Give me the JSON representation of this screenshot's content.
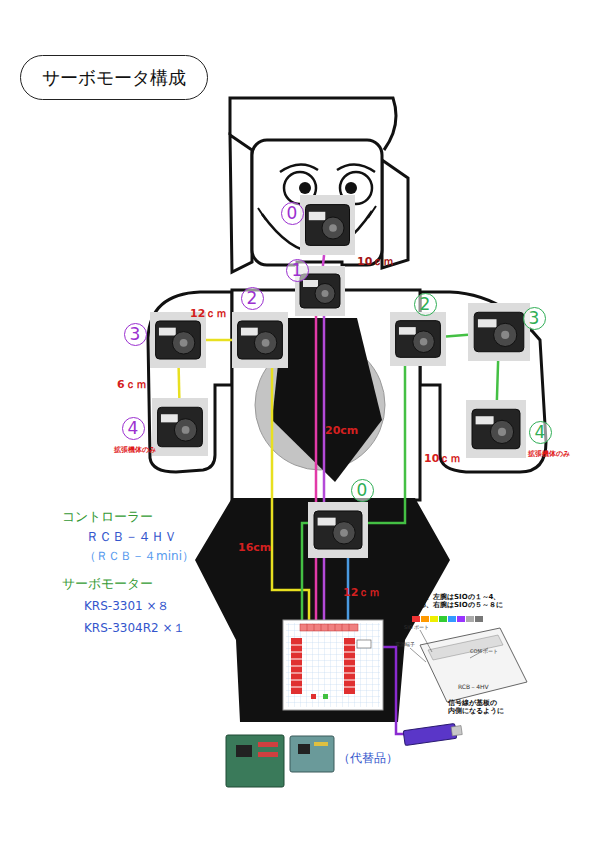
{
  "diagram": {
    "title": "サーボモータ構成",
    "nodes": [
      {
        "text": [
          "0"
        ]
      },
      {
        "text": [
          "1"
        ]
      },
      {
        "text": [
          "2"
        ]
      },
      {
        "text": [
          "2"
        ]
      },
      {
        "text": [
          "3"
        ]
      },
      {
        "text": [
          "3"
        ]
      },
      {
        "text": [
          "4",
          "拡張機体のみ"
        ]
      },
      {
        "text": [
          "4",
          "拡張機体のみ"
        ]
      },
      {
        "text": [
          "0"
        ]
      }
    ],
    "edges": [
      {
        "from": 0,
        "to": 1,
        "arrow": "none"
      },
      {
        "from": 2,
        "to": 4,
        "arrow": "none"
      },
      {
        "from": 4,
        "to": 6,
        "arrow": "none"
      },
      {
        "from": 3,
        "to": 5,
        "arrow": "none"
      },
      {
        "from": 5,
        "to": 7,
        "arrow": "none"
      }
    ],
    "labels": [
      "10ｃｍ",
      "12ｃｍ",
      "6ｃｍ",
      "20cm",
      "10ｃｍ",
      "16cm",
      "12ｃｍ",
      "コントローラー",
      "ＲＣＢ－４ＨＶ",
      "（ＲＣＢ－４mini）",
      "サーボモーター",
      "KRS-3301 ×８",
      "KRS-3304R2 ×１",
      "頭部、左腕はSIOの１～4、 脚部、右腕はSIOの５～８に",
      "SIO ポート",
      "電源端子",
      "COM ポート",
      "RCB－4HV",
      "信号線が基板の 内側になるように",
      "（代替品）"
    ]
  }
}
